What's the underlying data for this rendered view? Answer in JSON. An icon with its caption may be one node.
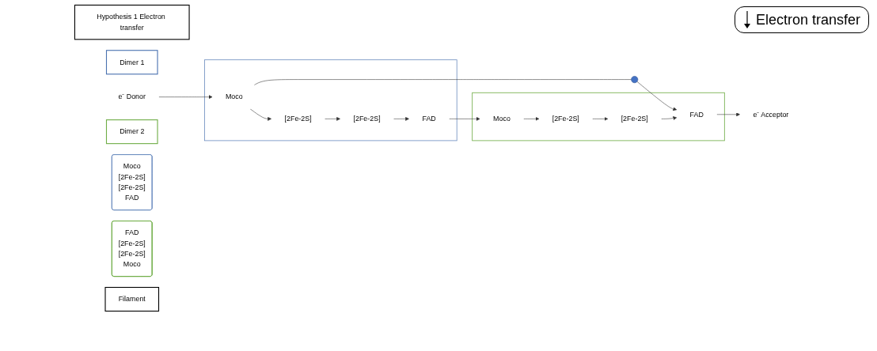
{
  "diagram": {
    "nodes": [
      {
        "text": [
          "Hypothesis 1 Electron transfer"
        ]
      },
      {
        "text": [
          "Dimer 1"
        ]
      },
      {
        "text": [
          "e⁻ Donor"
        ]
      },
      {
        "text": [
          "e⁻ Acceptor"
        ]
      },
      {
        "text": [
          "Dimer 2"
        ]
      },
      {
        "text": [
          "Moco",
          "[2Fe-2S]",
          "[2Fe-2S]",
          "FAD"
        ]
      },
      {
        "text": [],
        "shape": "box"
      },
      {
        "text": [
          "Moco"
        ],
        "in": 6
      },
      {
        "text": [
          "[2Fe-2S]"
        ],
        "in": 6
      },
      {
        "text": [
          "[2Fe-2S]"
        ],
        "in": 6
      },
      {
        "text": [
          "FAD"
        ],
        "in": 6
      },
      {
        "text": [],
        "shape": "cross"
      },
      {
        "text": [],
        "shape": "box"
      },
      {
        "text": [
          "FAD"
        ],
        "in": 12
      },
      {
        "text": [
          "[2Fe-2S]"
        ],
        "in": 12
      },
      {
        "text": [
          "[2Fe-2S]"
        ],
        "in": 12
      },
      {
        "text": [
          "Moco"
        ],
        "in": 12
      },
      {
        "text": [
          "FAD",
          "[2Fe-2S]",
          "[2Fe-2S]",
          "Moco"
        ]
      },
      {
        "text": [
          "Filament"
        ]
      }
    ],
    "edges": [
      {
        "from": 2,
        "to": 7,
        "arrow": "to"
      },
      {
        "from": 7,
        "to": 11,
        "arrow": "none"
      },
      {
        "from": 11,
        "to": 13,
        "arrow": "to"
      },
      {
        "from": 7,
        "to": 8,
        "arrow": "to"
      },
      {
        "from": 8,
        "to": 9,
        "arrow": "to"
      },
      {
        "from": 9,
        "to": 10,
        "arrow": "to"
      },
      {
        "from": 10,
        "to": 16,
        "arrow": "to"
      },
      {
        "from": 16,
        "to": 15,
        "arrow": "to"
      },
      {
        "from": 15,
        "to": 14,
        "arrow": "to"
      },
      {
        "from": 14,
        "to": 13,
        "arrow": "to"
      },
      {
        "from": 13,
        "to": 3,
        "arrow": "to"
      }
    ],
    "legend": [
      {
        "text": "Electron transfer"
      }
    ]
  }
}
